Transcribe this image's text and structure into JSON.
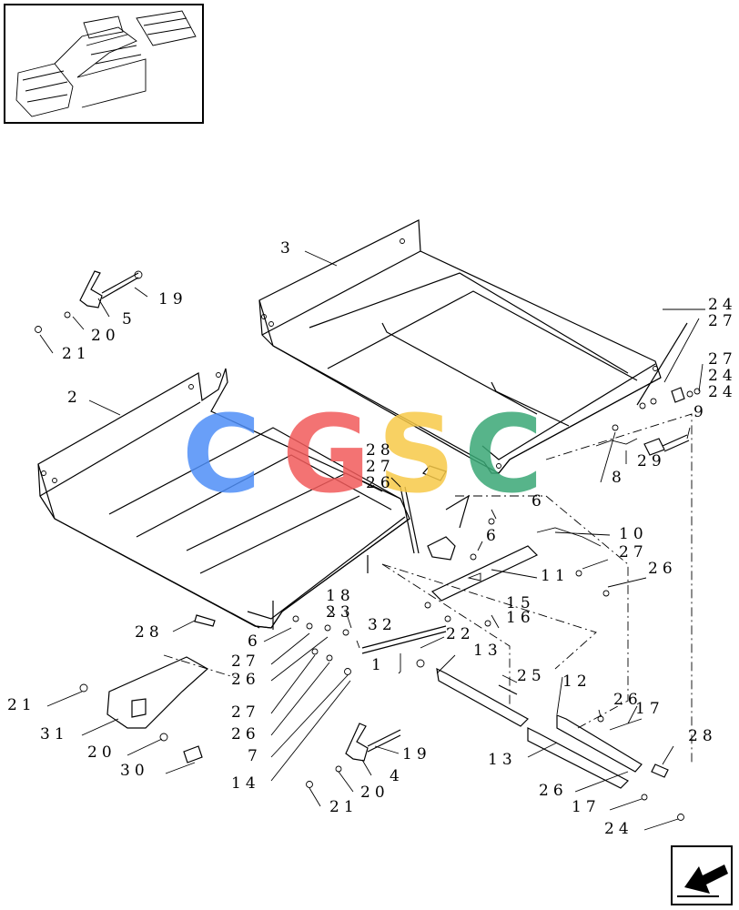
{
  "watermark": {
    "letters": [
      "C",
      "G",
      "S",
      "C"
    ],
    "colors": [
      "#4f8ff7",
      "#f25b5b",
      "#f7c948",
      "#3aa876"
    ]
  },
  "icons": {
    "overview": "machine-overview-thumbnail-icon",
    "navigation": "next-page-arrow-icon"
  },
  "callouts": [
    "3",
    "19",
    "5",
    "20",
    "21",
    "2",
    "24",
    "27",
    "27",
    "24",
    "24",
    "9",
    "29",
    "8",
    "28",
    "27",
    "26",
    "6",
    "6",
    "10",
    "27",
    "26",
    "11",
    "18",
    "23",
    "32",
    "15",
    "16",
    "1",
    "22",
    "13",
    "25",
    "28",
    "6",
    "27",
    "26",
    "27",
    "26",
    "7",
    "14",
    "21",
    "31",
    "20",
    "30",
    "12",
    "26",
    "17",
    "19",
    "4",
    "20",
    "21",
    "13",
    "28",
    "26",
    "17",
    "24"
  ]
}
